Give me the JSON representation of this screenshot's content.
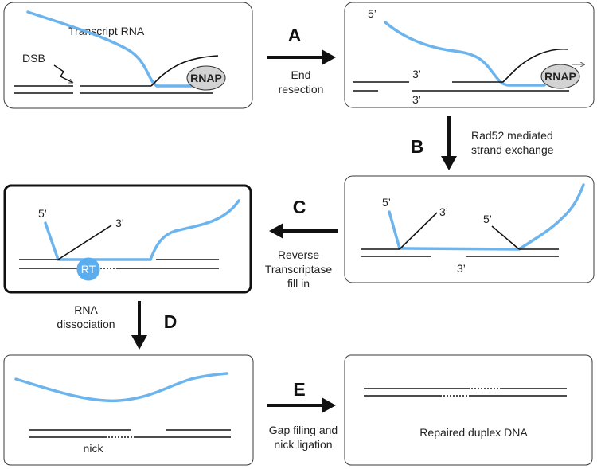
{
  "colors": {
    "rna": "#6cb4ee",
    "dna": "#111111",
    "rnap_fill": "#d3d3d3",
    "rt_fill": "#5aaef0"
  },
  "steps": {
    "A": {
      "letter": "A",
      "caption_lines": [
        "End",
        "resection"
      ]
    },
    "B": {
      "letter": "B",
      "caption_lines": [
        "Rad52 mediated",
        "strand exchange"
      ]
    },
    "C": {
      "letter": "C",
      "caption_lines": [
        "Reverse",
        "Transcriptase",
        "fill in"
      ]
    },
    "D": {
      "letter": "D",
      "caption_lines": [
        "RNA",
        "dissociation"
      ]
    },
    "E": {
      "letter": "E",
      "caption_lines": [
        "Gap filing and",
        "nick ligation"
      ]
    }
  },
  "panel1": {
    "transcript_label": "Transcript RNA",
    "dsb_label": "DSB",
    "rnap_label": "RNAP"
  },
  "panel2": {
    "five_prime": "5’",
    "three_prime_top": "3’",
    "three_prime_bottom": "3’",
    "rnap_label": "RNAP"
  },
  "panel3": {
    "five_prime_left": "5’",
    "three_prime_mid": "3’",
    "five_prime_right": "5’",
    "three_prime_bottom": "3’"
  },
  "panel4": {
    "five_prime": "5’",
    "three_prime": "3’",
    "rt_label": "RT"
  },
  "panel5": {
    "nick_label": "nick"
  },
  "panel6": {
    "repaired_label": "Repaired duplex DNA"
  }
}
